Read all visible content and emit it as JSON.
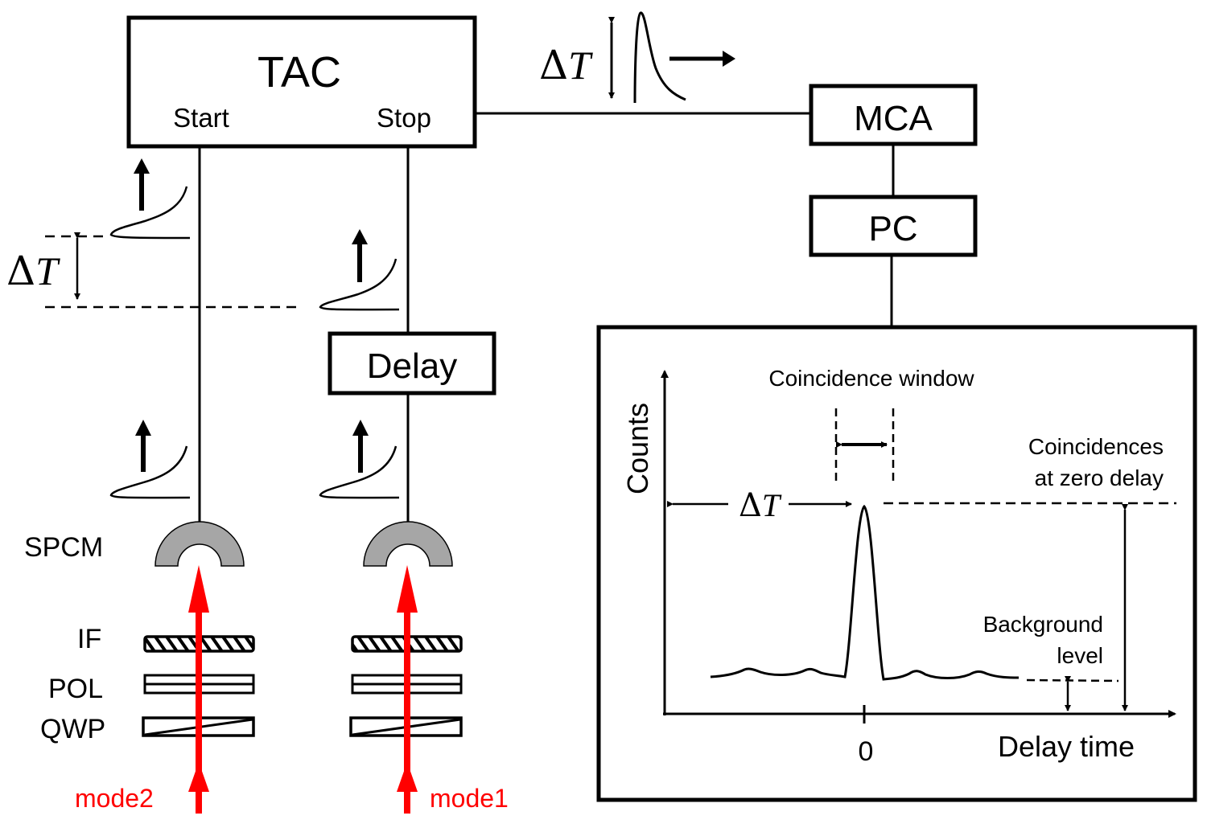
{
  "blocks": {
    "tac": {
      "title": "TAC",
      "start_label": "Start",
      "stop_label": "Stop"
    },
    "mca": {
      "title": "MCA"
    },
    "pc": {
      "title": "PC"
    },
    "delay": {
      "title": "Delay"
    }
  },
  "annotations": {
    "delta_symbol": "Δ",
    "t_symbol": "T"
  },
  "optics": {
    "detector_label": "SPCM",
    "filter_label": "IF",
    "polarizer_label": "POL",
    "waveplate_label": "QWP",
    "mode_left": "mode2",
    "mode_right": "mode1"
  },
  "colors": {
    "beam": "#ff0000",
    "detector_fill": "#a6a6a6",
    "line": "#000000"
  },
  "histogram": {
    "y_label": "Counts",
    "x_label": "Delay time",
    "zero_tick": "0",
    "window_label": "Coincidence window",
    "peak_label_line1": "Coincidences",
    "peak_label_line2": "at zero delay",
    "background_label_line1": "Background",
    "background_label_line2": "level"
  }
}
